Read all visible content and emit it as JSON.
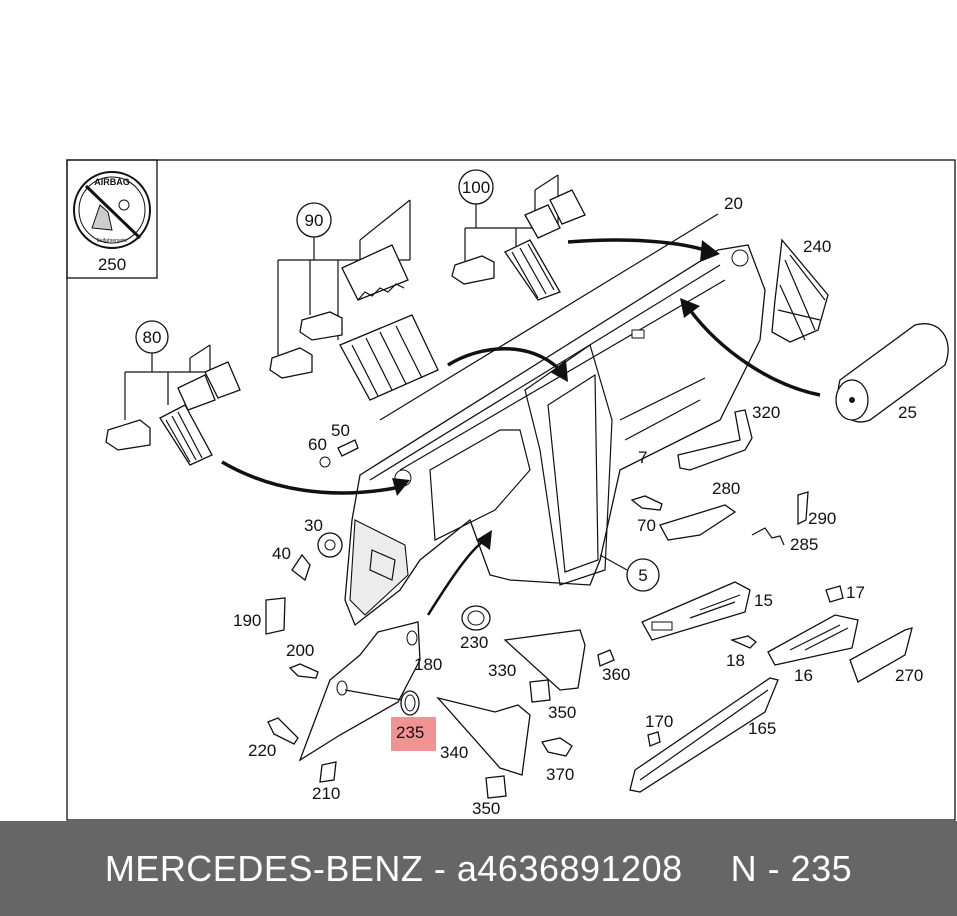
{
  "diagram": {
    "airbag_symbol_text": "AIRBAG",
    "airbag_symbol_subtext": "Beifahrerseite",
    "labels": {
      "l250": "250",
      "l80": "80",
      "l90": "90",
      "l100": "100",
      "l20": "20",
      "l240": "240",
      "l25": "25",
      "l320": "320",
      "l7": "7",
      "l60": "60",
      "l50": "50",
      "l30": "30",
      "l40": "40",
      "l190": "190",
      "l200": "200",
      "l180": "180",
      "l220": "220",
      "l210": "210",
      "l235": "235",
      "l230": "230",
      "l330": "330",
      "l340": "340",
      "l350a": "350",
      "l350b": "350",
      "l360": "360",
      "l370": "370",
      "l280": "280",
      "l70": "70",
      "l290": "290",
      "l285": "285",
      "l5": "5",
      "l15": "15",
      "l17": "17",
      "l18": "18",
      "l16": "16",
      "l270": "270",
      "l170": "170",
      "l165": "165"
    },
    "highlight_color": "#f08080"
  },
  "footer": {
    "brand": "MERCEDES-BENZ",
    "separator": "-",
    "part_number": "a4636891208",
    "position": "N - 235"
  }
}
